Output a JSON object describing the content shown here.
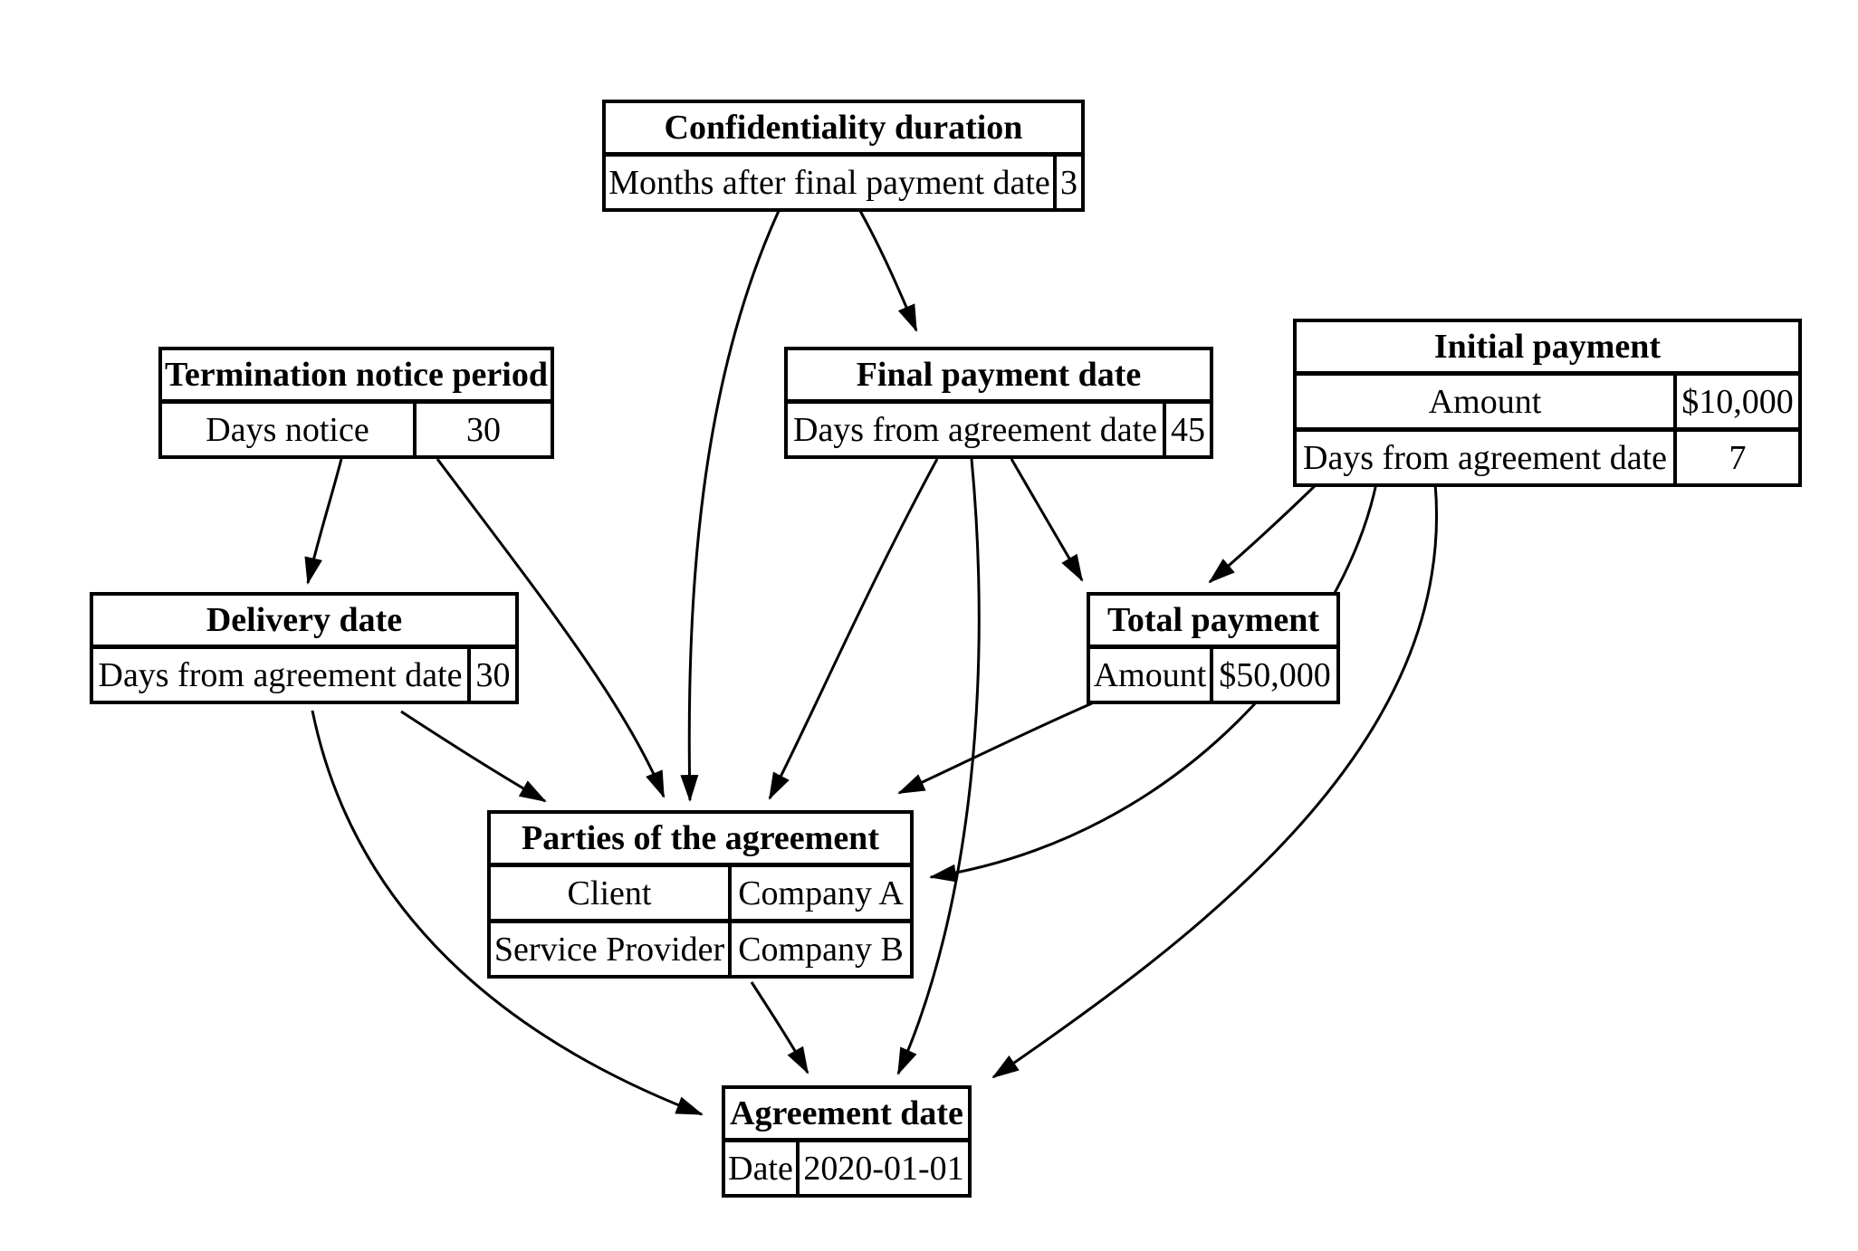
{
  "diagram": {
    "background_color": "#ffffff",
    "line_color": "#000000",
    "nodes": {
      "confidentiality_duration": {
        "title": "Confidentiality duration",
        "rows": [
          {
            "label": "Months after final payment date",
            "value": "3"
          }
        ]
      },
      "termination_notice_period": {
        "title": "Termination notice period",
        "rows": [
          {
            "label": "Days notice",
            "value": "30"
          }
        ]
      },
      "final_payment_date": {
        "title": "Final payment date",
        "rows": [
          {
            "label": "Days from agreement date",
            "value": "45"
          }
        ]
      },
      "initial_payment": {
        "title": "Initial payment",
        "rows": [
          {
            "label": "Amount",
            "value": "$10,000"
          },
          {
            "label": "Days from agreement date",
            "value": "7"
          }
        ]
      },
      "delivery_date": {
        "title": "Delivery date",
        "rows": [
          {
            "label": "Days from agreement date",
            "value": "30"
          }
        ]
      },
      "total_payment": {
        "title": "Total payment",
        "rows": [
          {
            "label": "Amount",
            "value": "$50,000"
          }
        ]
      },
      "parties_of_the_agreement": {
        "title": "Parties of the agreement",
        "rows": [
          {
            "label": "Client",
            "value": "Company A"
          },
          {
            "label": "Service Provider",
            "value": "Company B"
          }
        ]
      },
      "agreement_date": {
        "title": "Agreement date",
        "rows": [
          {
            "label": "Date",
            "value": "2020-01-01"
          }
        ]
      }
    },
    "edges": [
      {
        "from": "confidentiality_duration",
        "to": "final_payment_date"
      },
      {
        "from": "confidentiality_duration",
        "to": "parties_of_the_agreement"
      },
      {
        "from": "termination_notice_period",
        "to": "delivery_date"
      },
      {
        "from": "termination_notice_period",
        "to": "parties_of_the_agreement"
      },
      {
        "from": "final_payment_date",
        "to": "parties_of_the_agreement"
      },
      {
        "from": "final_payment_date",
        "to": "agreement_date"
      },
      {
        "from": "final_payment_date",
        "to": "total_payment"
      },
      {
        "from": "initial_payment",
        "to": "total_payment"
      },
      {
        "from": "initial_payment",
        "to": "parties_of_the_agreement"
      },
      {
        "from": "initial_payment",
        "to": "agreement_date"
      },
      {
        "from": "delivery_date",
        "to": "parties_of_the_agreement"
      },
      {
        "from": "delivery_date",
        "to": "agreement_date"
      },
      {
        "from": "total_payment",
        "to": "parties_of_the_agreement"
      },
      {
        "from": "parties_of_the_agreement",
        "to": "agreement_date"
      }
    ]
  }
}
